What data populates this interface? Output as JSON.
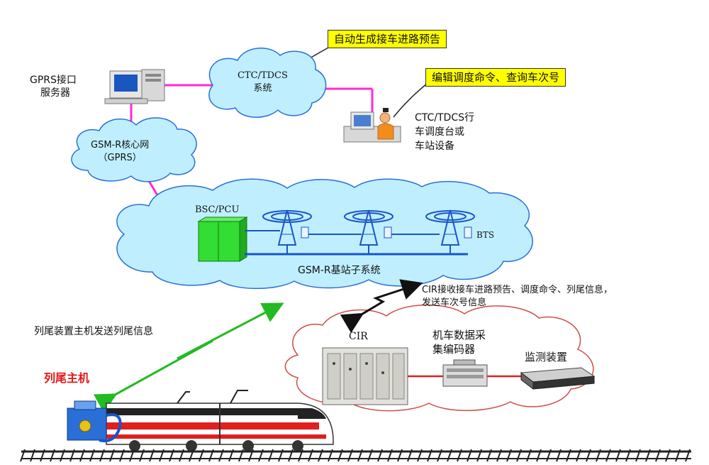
{
  "callouts": {
    "auto_route": "自动生成接车进路预告",
    "dispatch_cmd": "编辑调度命令、查询车次号"
  },
  "nodes": {
    "gprs_server": [
      "GPRS接口",
      "服务器"
    ],
    "ctc_tdcs_cloud": [
      "CTC/TDCS",
      "系统"
    ],
    "ctc_station": [
      "CTC/TDCS行",
      "车调度台或",
      "车站设备"
    ],
    "gsmr_core": [
      "GSM-R核心网",
      "（GPRS）"
    ],
    "bsc_pcu": "BSC/PCU",
    "bts": "BTS",
    "bss_title": "GSM-R基站子系统",
    "cir_info": [
      "CIR接收接车进路预告、调度命令、列尾信息，",
      "发送车次号信息"
    ],
    "tail_send": "列尾装置主机发送列尾信息",
    "tail_host": "列尾主机",
    "cir": "CIR",
    "collector": [
      "机车数据采",
      "集编码器"
    ],
    "monitor": "监测装置"
  },
  "colors": {
    "cloud_fill": "#bfefff",
    "cloud_stroke": "#2a6fd8",
    "link_magenta": "#ff2bd6",
    "link_blue": "#1a55c8",
    "bsc_green": "#33dd33",
    "wireless_green": "#22bb22",
    "loco_cloud_stroke": "#d24a4a",
    "train_red": "#e11f1f",
    "callout_yellow": "#ffff00"
  }
}
